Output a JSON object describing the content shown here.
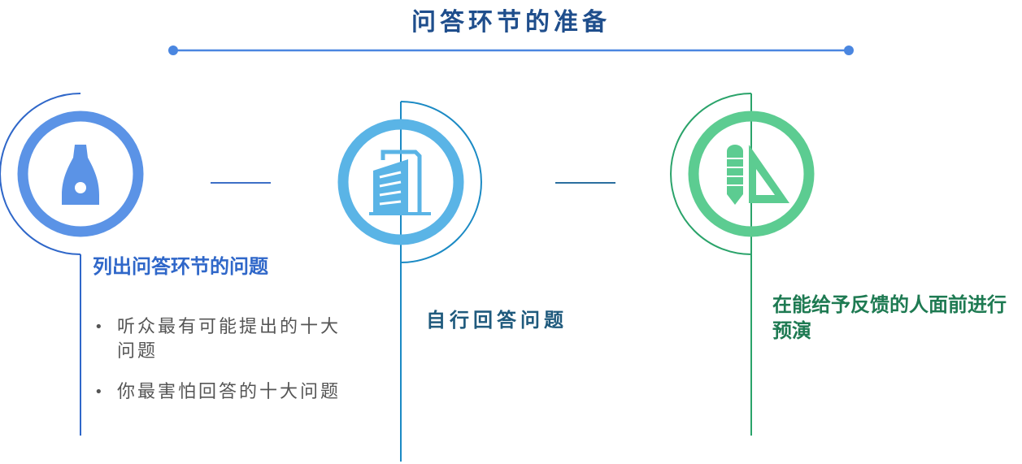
{
  "title": "问答环节的准备",
  "colors": {
    "title": "#1f4e8c",
    "step1": "#5b93e6",
    "step2": "#5ab4e6",
    "step3": "#5ccc91"
  },
  "steps": [
    {
      "icon": "glue-bottle-icon",
      "heading": "列出问答环节的问题",
      "bullets": [
        "听众最有可能提出的十大问题",
        "你最害怕回答的十大问题"
      ]
    },
    {
      "icon": "building-icon",
      "heading": "自行回答问题"
    },
    {
      "icon": "pencil-ruler-icon",
      "heading": "在能给予反馈的人面前进行预演"
    }
  ]
}
